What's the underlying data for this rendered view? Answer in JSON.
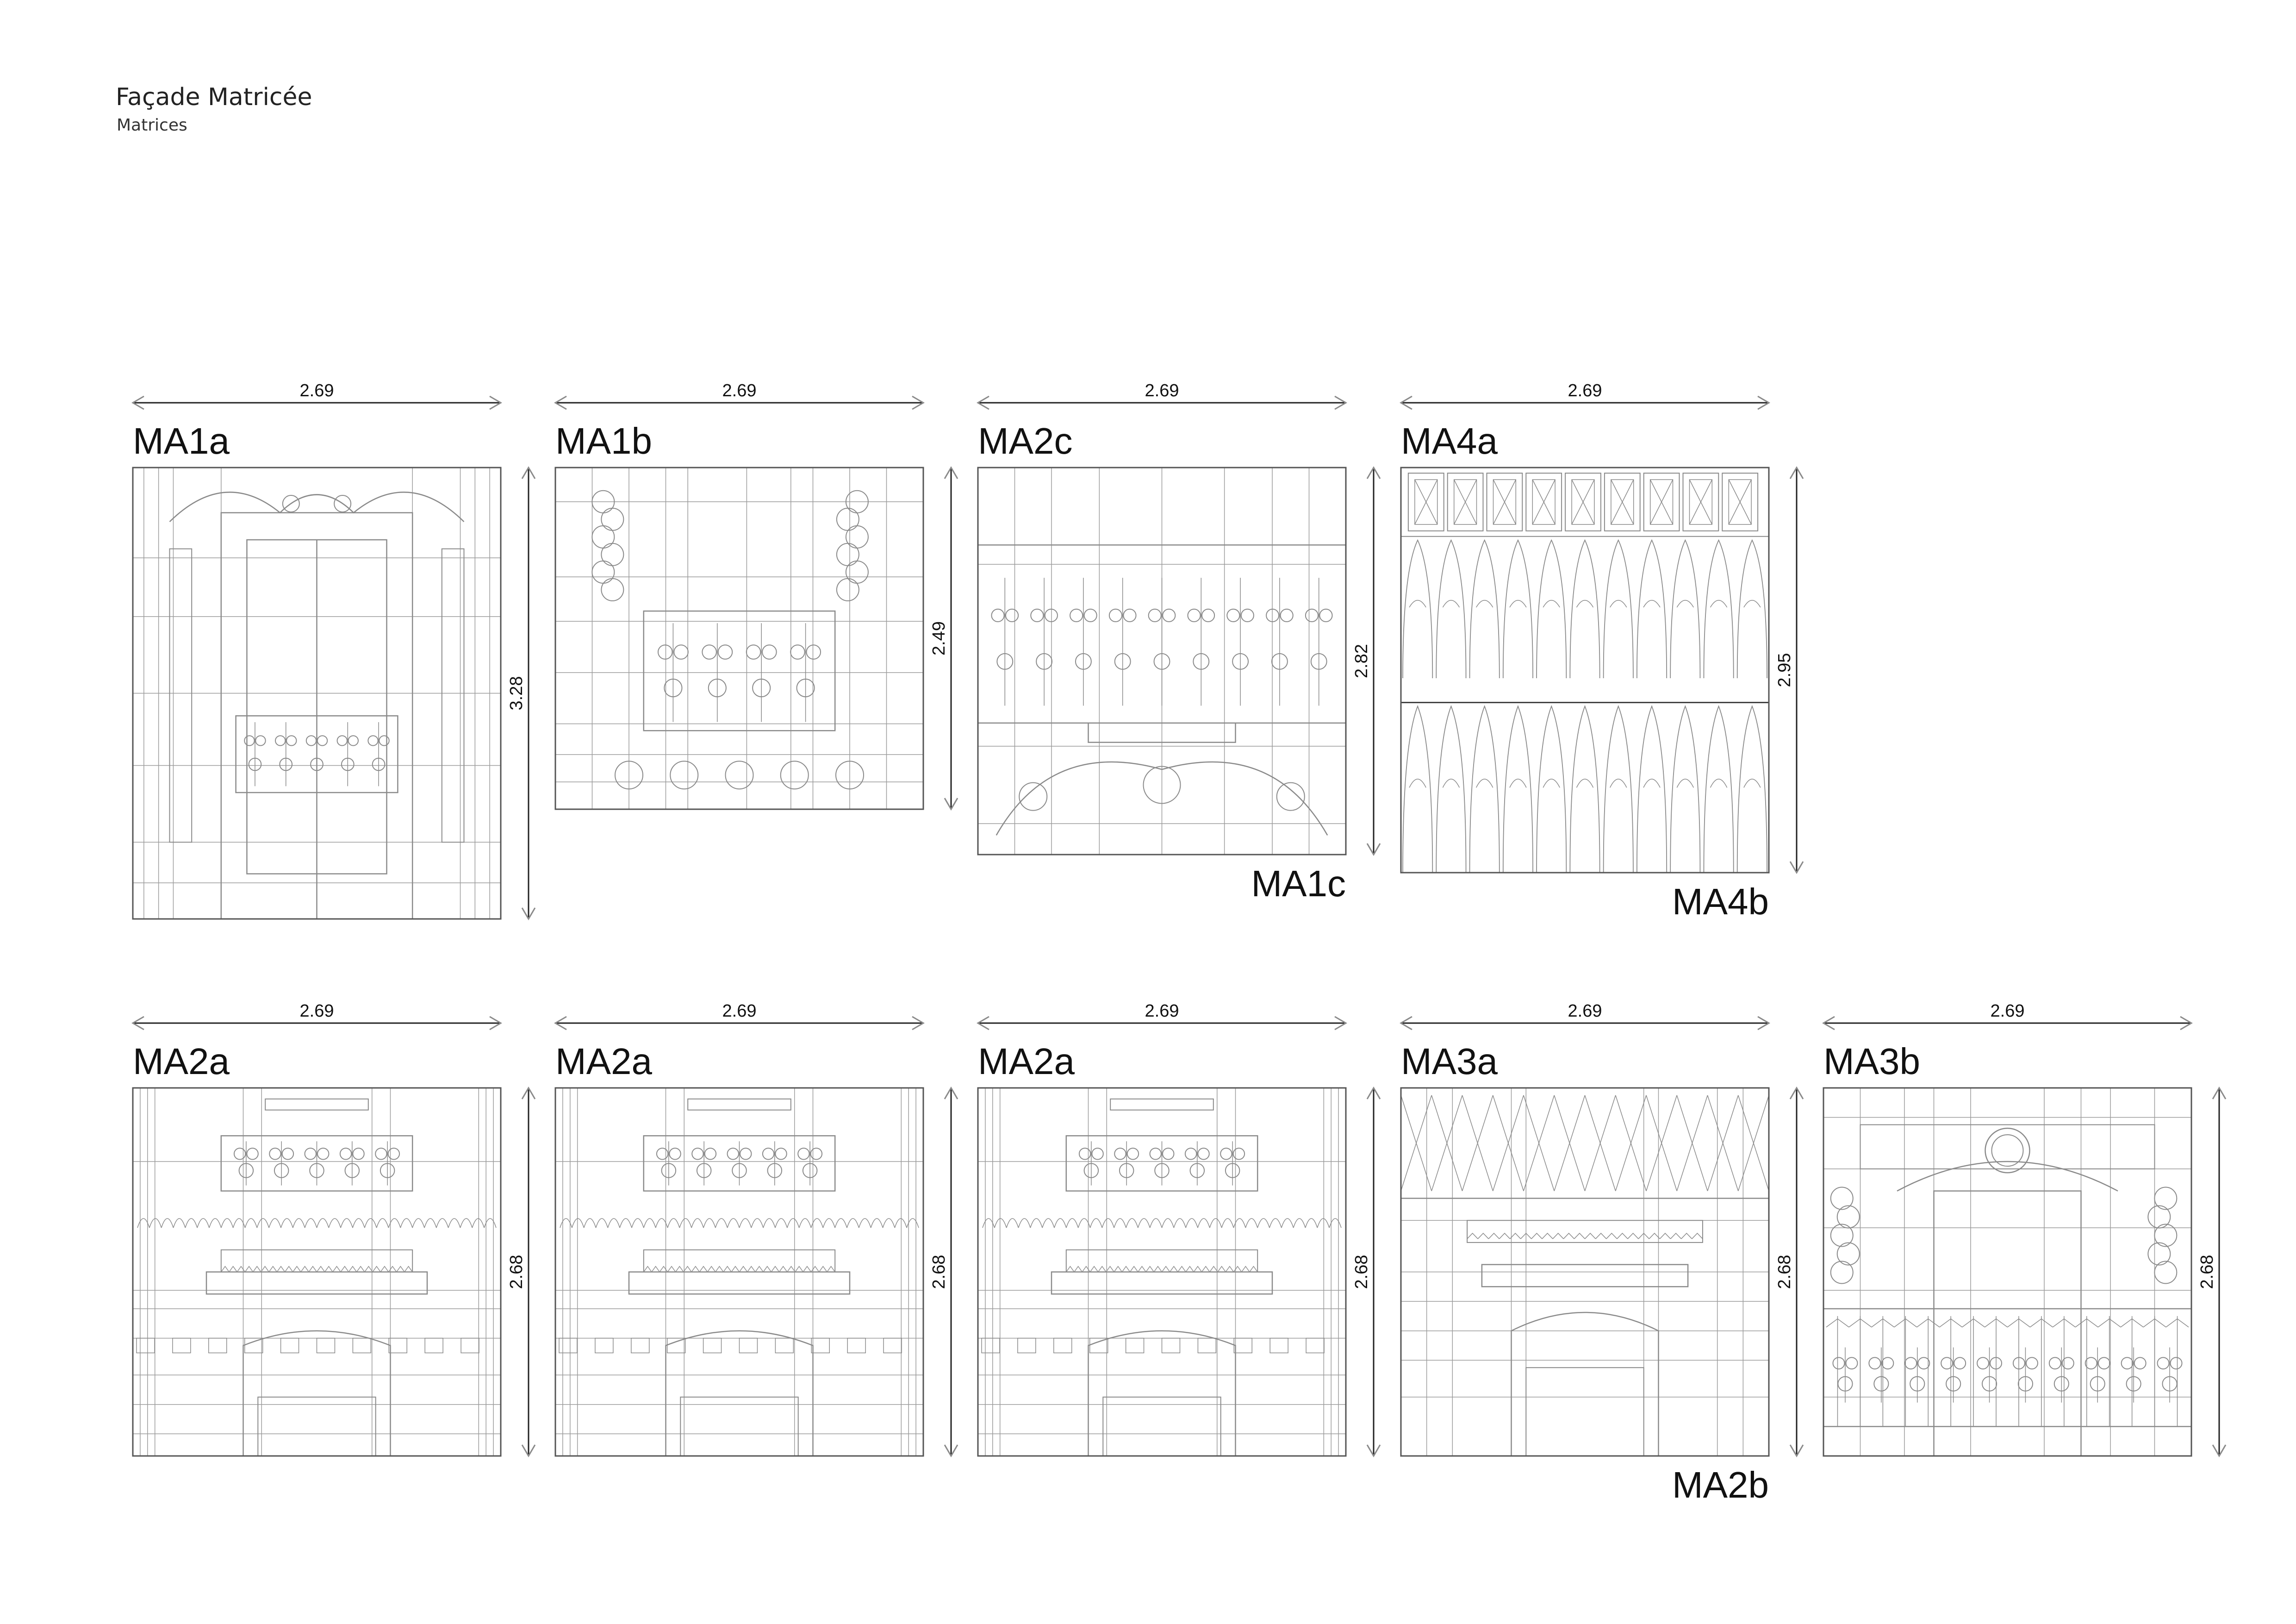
{
  "header": {
    "title": "Façade Matricée",
    "subtitle": "Matrices"
  },
  "panels": [
    {
      "id": "ma1a",
      "label": "MA1a",
      "width": "2.69",
      "height": "3.28",
      "variant": "window"
    },
    {
      "id": "ma1b",
      "label": "MA1b",
      "width": "2.69",
      "height": "2.49",
      "variant": "balcony-ornate"
    },
    {
      "id": "ma2c",
      "label": "MA2c",
      "sub_label": "MA1c",
      "width": "2.69",
      "height": "2.82",
      "variant": "balustrade"
    },
    {
      "id": "ma4a",
      "label": "MA4a",
      "sub_label": "MA4b",
      "width": "2.69",
      "height": "2.95",
      "variant": "pattern"
    },
    {
      "id": "ma2a-1",
      "label": "MA2a",
      "width": "2.69",
      "height": "2.68",
      "variant": "bay"
    },
    {
      "id": "ma2a-2",
      "label": "MA2a",
      "width": "2.69",
      "height": "2.68",
      "variant": "bay"
    },
    {
      "id": "ma2a-3",
      "label": "MA2a",
      "width": "2.69",
      "height": "2.68",
      "variant": "bay"
    },
    {
      "id": "ma3a",
      "label": "MA3a",
      "sub_label": "MA2b",
      "width": "2.69",
      "height": "2.68",
      "variant": "lattice"
    },
    {
      "id": "ma3b",
      "label": "MA3b",
      "width": "2.69",
      "height": "2.68",
      "variant": "arch-railing"
    }
  ]
}
